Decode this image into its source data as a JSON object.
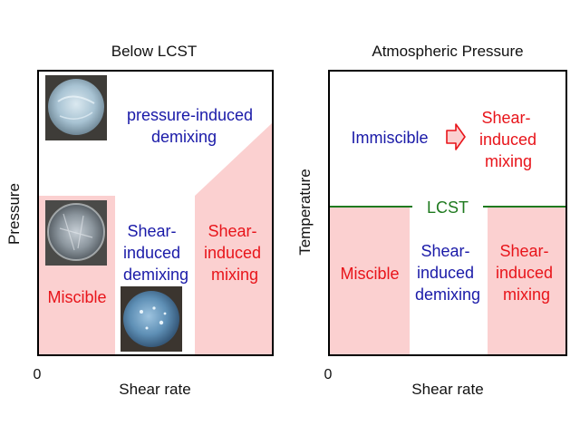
{
  "left_panel": {
    "title": "Below LCST",
    "y_label": "Pressure",
    "x_label": "Shear rate",
    "x_origin": "0",
    "regions": {
      "top": {
        "lines": [
          "pressure-induced",
          "demixing"
        ],
        "color": "#1a1aa8"
      },
      "bottom_left": {
        "lines": [
          "Miscible"
        ],
        "color": "#e8141a"
      },
      "middle": {
        "lines": [
          "Shear-",
          "induced",
          "demixing"
        ],
        "color": "#1a1aa8"
      },
      "right": {
        "lines": [
          "Shear-",
          "induced",
          "mixing"
        ],
        "color": "#e8141a"
      }
    },
    "photos": [
      "photo-cloudy-sample",
      "photo-clear-sample",
      "photo-speckled-sample"
    ]
  },
  "right_panel": {
    "title": "Atmospheric Pressure",
    "y_label": "Temperature",
    "x_label": "Shear rate",
    "x_origin": "0",
    "lcst_label": "LCST",
    "regions": {
      "upper_left": {
        "lines": [
          "Immiscible"
        ],
        "color": "#1a1aa8"
      },
      "upper_right": {
        "lines": [
          "Shear-",
          "induced",
          "mixing"
        ],
        "color": "#e8141a"
      },
      "lower_left": {
        "lines": [
          "Miscible"
        ],
        "color": "#e8141a"
      },
      "lower_middle": {
        "lines": [
          "Shear-",
          "induced",
          "demixing"
        ],
        "color": "#1a1aa8"
      },
      "lower_right": {
        "lines": [
          "Shear-",
          "induced",
          "mixing"
        ],
        "color": "#e8141a"
      }
    },
    "arrow_icon": "right-arrow-icon"
  },
  "colors": {
    "pink_region": "#fbd0d0",
    "lcst_line": "#1f7a1f",
    "blue_text": "#1a1aa8",
    "red_text": "#e8141a",
    "arrow_fill": "#fbd0d0",
    "arrow_stroke": "#e8141a"
  }
}
